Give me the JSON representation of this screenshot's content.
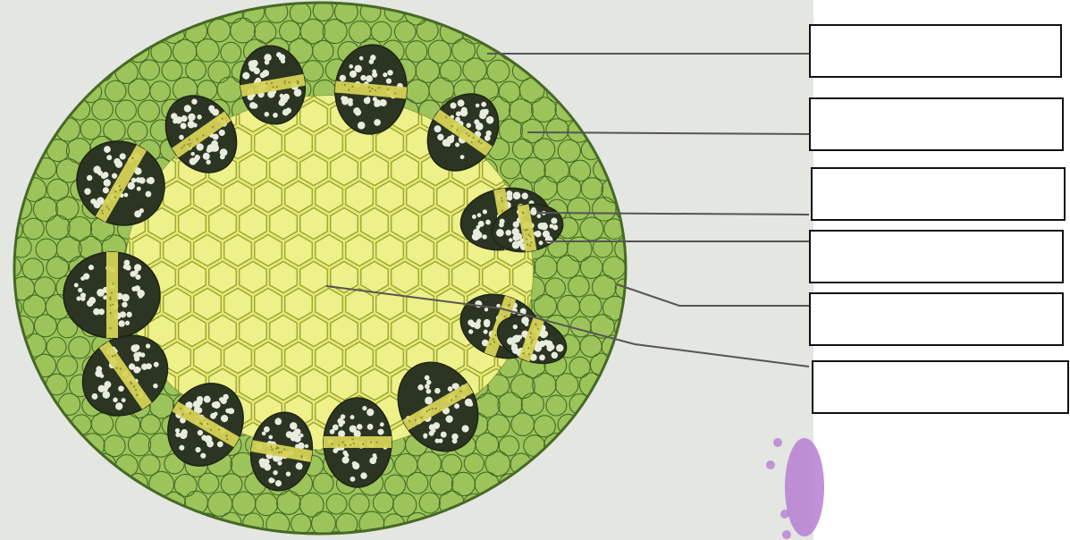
{
  "diagram": {
    "subject": "stem-cross-section",
    "colors": {
      "page_background": "#e3e6e1",
      "cortex_fill": "#9cc45a",
      "cortex_cell_line": "#466a25",
      "pith_fill": "#e6e86a",
      "pith_cell_line": "#8f9a3a",
      "xylem_fill": "#2c3522",
      "xylem_vessel": "#e8ecdf",
      "cambium_fill": "#d6d357",
      "cambium_dots": "#8a8f2a",
      "leader_line": "#555555",
      "label_border": "#111111",
      "purple_blob": "#b77ed2"
    },
    "labels": [
      {
        "id": "label-1",
        "text": ""
      },
      {
        "id": "label-2",
        "text": ""
      },
      {
        "id": "label-3",
        "text": ""
      },
      {
        "id": "label-4",
        "text": ""
      },
      {
        "id": "label-5",
        "text": ""
      },
      {
        "id": "label-6",
        "text": ""
      }
    ]
  }
}
